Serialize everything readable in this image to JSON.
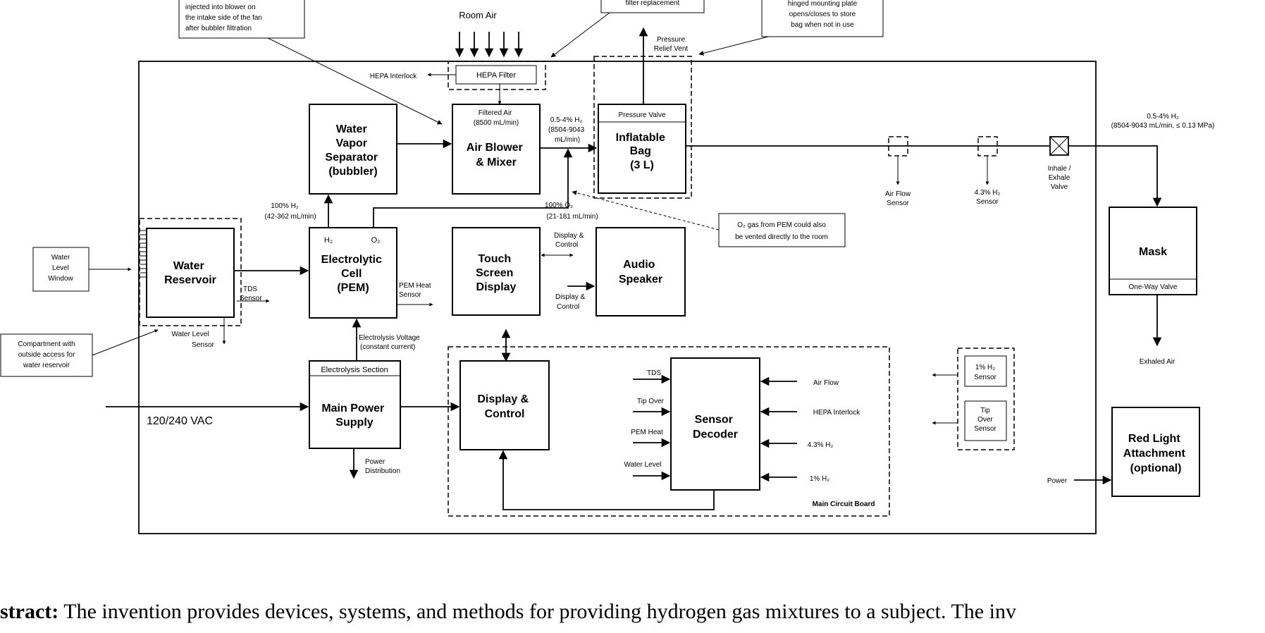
{
  "blocks": {
    "water_vapor_separator": [
      "Water",
      "Vapor",
      "Separator",
      "(bubbler)"
    ],
    "air_blower": [
      "Air Blower",
      "& Mixer"
    ],
    "air_blower_sub": [
      "Filtered Air",
      "(8500 mL/min)"
    ],
    "inflatable_bag": [
      "Inflatable",
      "Bag",
      "(3 L)"
    ],
    "pressure_valve": "Pressure Valve",
    "water_reservoir": [
      "Water",
      "Reservoir"
    ],
    "electrolytic_cell": [
      "Electrolytic",
      "Cell",
      "(PEM)"
    ],
    "h2_port": "H₂",
    "o2_port": "O₂",
    "touch_screen": [
      "Touch",
      "Screen",
      "Display"
    ],
    "audio_speaker": [
      "Audio",
      "Speaker"
    ],
    "main_power_supply": [
      "Main Power",
      "Supply"
    ],
    "electrolysis_section": "Electrolysis Section",
    "display_control": [
      "Display &",
      "Control"
    ],
    "sensor_decoder": [
      "Sensor",
      "Decoder"
    ],
    "mask": "Mask",
    "one_way_valve": "One-Way Valve",
    "red_light": [
      "Red Light",
      "Attachment",
      "(optional)"
    ],
    "hepa_filter": "HEPA Filter",
    "h2_1pct_sensor": [
      "1% H₂",
      "Sensor"
    ],
    "tip_over_sensor": [
      "Tip",
      "Over",
      "Sensor"
    ]
  },
  "callouts": {
    "blower_injection": [
      "injected into blower on",
      "the intake side of the fan",
      "after bubbler filtration"
    ],
    "filter_replacement": "filter replacement",
    "mounting_plate": [
      "hinged mounting plate",
      "opens/closes to store",
      "bag when not in use"
    ],
    "o2_vent": [
      "O₂ gas from PEM could also",
      "be vented directly to the room"
    ],
    "water_level_window": [
      "Water",
      "Level",
      "Window"
    ],
    "compartment": [
      "Compartment with",
      "outside access for",
      "water reservoir"
    ]
  },
  "labels": {
    "room_air": "Room Air",
    "pressure_relief_vent": [
      "Pressure",
      "Relief Vent"
    ],
    "hepa_interlock": "HEPA Interlock",
    "h2_flow_blower": [
      "0.5-4% H₂",
      "(8504-9043",
      "mL/min)"
    ],
    "h2_flow_out": [
      "0.5-4% H₂",
      "(8504-9043 mL/min, ≤ 0.13 MPa)"
    ],
    "air_flow_sensor": [
      "Air Flow",
      "Sensor"
    ],
    "h2_43_sensor": [
      "4.3% H₂",
      "Sensor"
    ],
    "inhale_exhale_valve": [
      "Inhale /",
      "Exhale",
      "Valve"
    ],
    "h2_100pct": [
      "100% H₂",
      "(42-362 mL/min)"
    ],
    "o2_100pct": [
      "100% O₂",
      "(21-181 mL/min)"
    ],
    "display_control_top": [
      "Display &",
      "Control"
    ],
    "display_control_bottom": [
      "Display &",
      "Control"
    ],
    "tds_sensor": [
      "TDS",
      "Sensor"
    ],
    "pem_heat_sensor": [
      "PEM Heat",
      "Sensor"
    ],
    "water_level_sensor": [
      "Water Level",
      "Sensor"
    ],
    "electrolysis_voltage": [
      "Electrolysis Voltage",
      "(constant current)"
    ],
    "vac": "120/240 VAC",
    "power_distribution": [
      "Power",
      "Distribution"
    ],
    "exhaled_air": "Exhaled Air",
    "power": "Power",
    "main_circuit_board": "Main Circuit Board",
    "decoder_inputs_left": [
      "TDS",
      "Tip Over",
      "PEM Heat",
      "Water Level"
    ],
    "decoder_inputs_right": [
      "Air Flow",
      "HEPA Interlock",
      "4.3% H₂",
      "1% H₂"
    ]
  },
  "abstract": {
    "lead": "stract:",
    "text": " The invention provides devices, systems, and methods for providing hydrogen gas mixtures to a subject. The inv"
  }
}
